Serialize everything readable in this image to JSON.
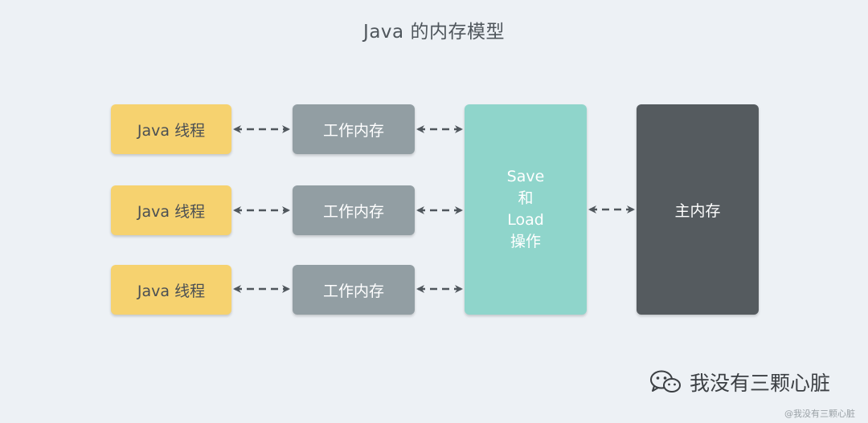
{
  "title": "Java 的内存模型",
  "threads": [
    {
      "label": "Java 线程"
    },
    {
      "label": "Java 线程"
    },
    {
      "label": "Java 线程"
    }
  ],
  "work_memory": [
    {
      "label": "工作内存"
    },
    {
      "label": "工作内存"
    },
    {
      "label": "工作内存"
    }
  ],
  "save_load": {
    "line1": "Save",
    "line2": "和",
    "line3": "Load",
    "line4": "操作"
  },
  "main_memory": {
    "label": "主内存"
  },
  "brand": {
    "account": "我没有三颗心脏"
  },
  "watermark": "@我没有三颗心脏",
  "colors": {
    "thread": "#f6d26f",
    "work_memory": "#929ea3",
    "save_load": "#8fd5cb",
    "main_memory": "#555b5f",
    "arrow": "#4f565c",
    "background": "#edf1f5"
  }
}
